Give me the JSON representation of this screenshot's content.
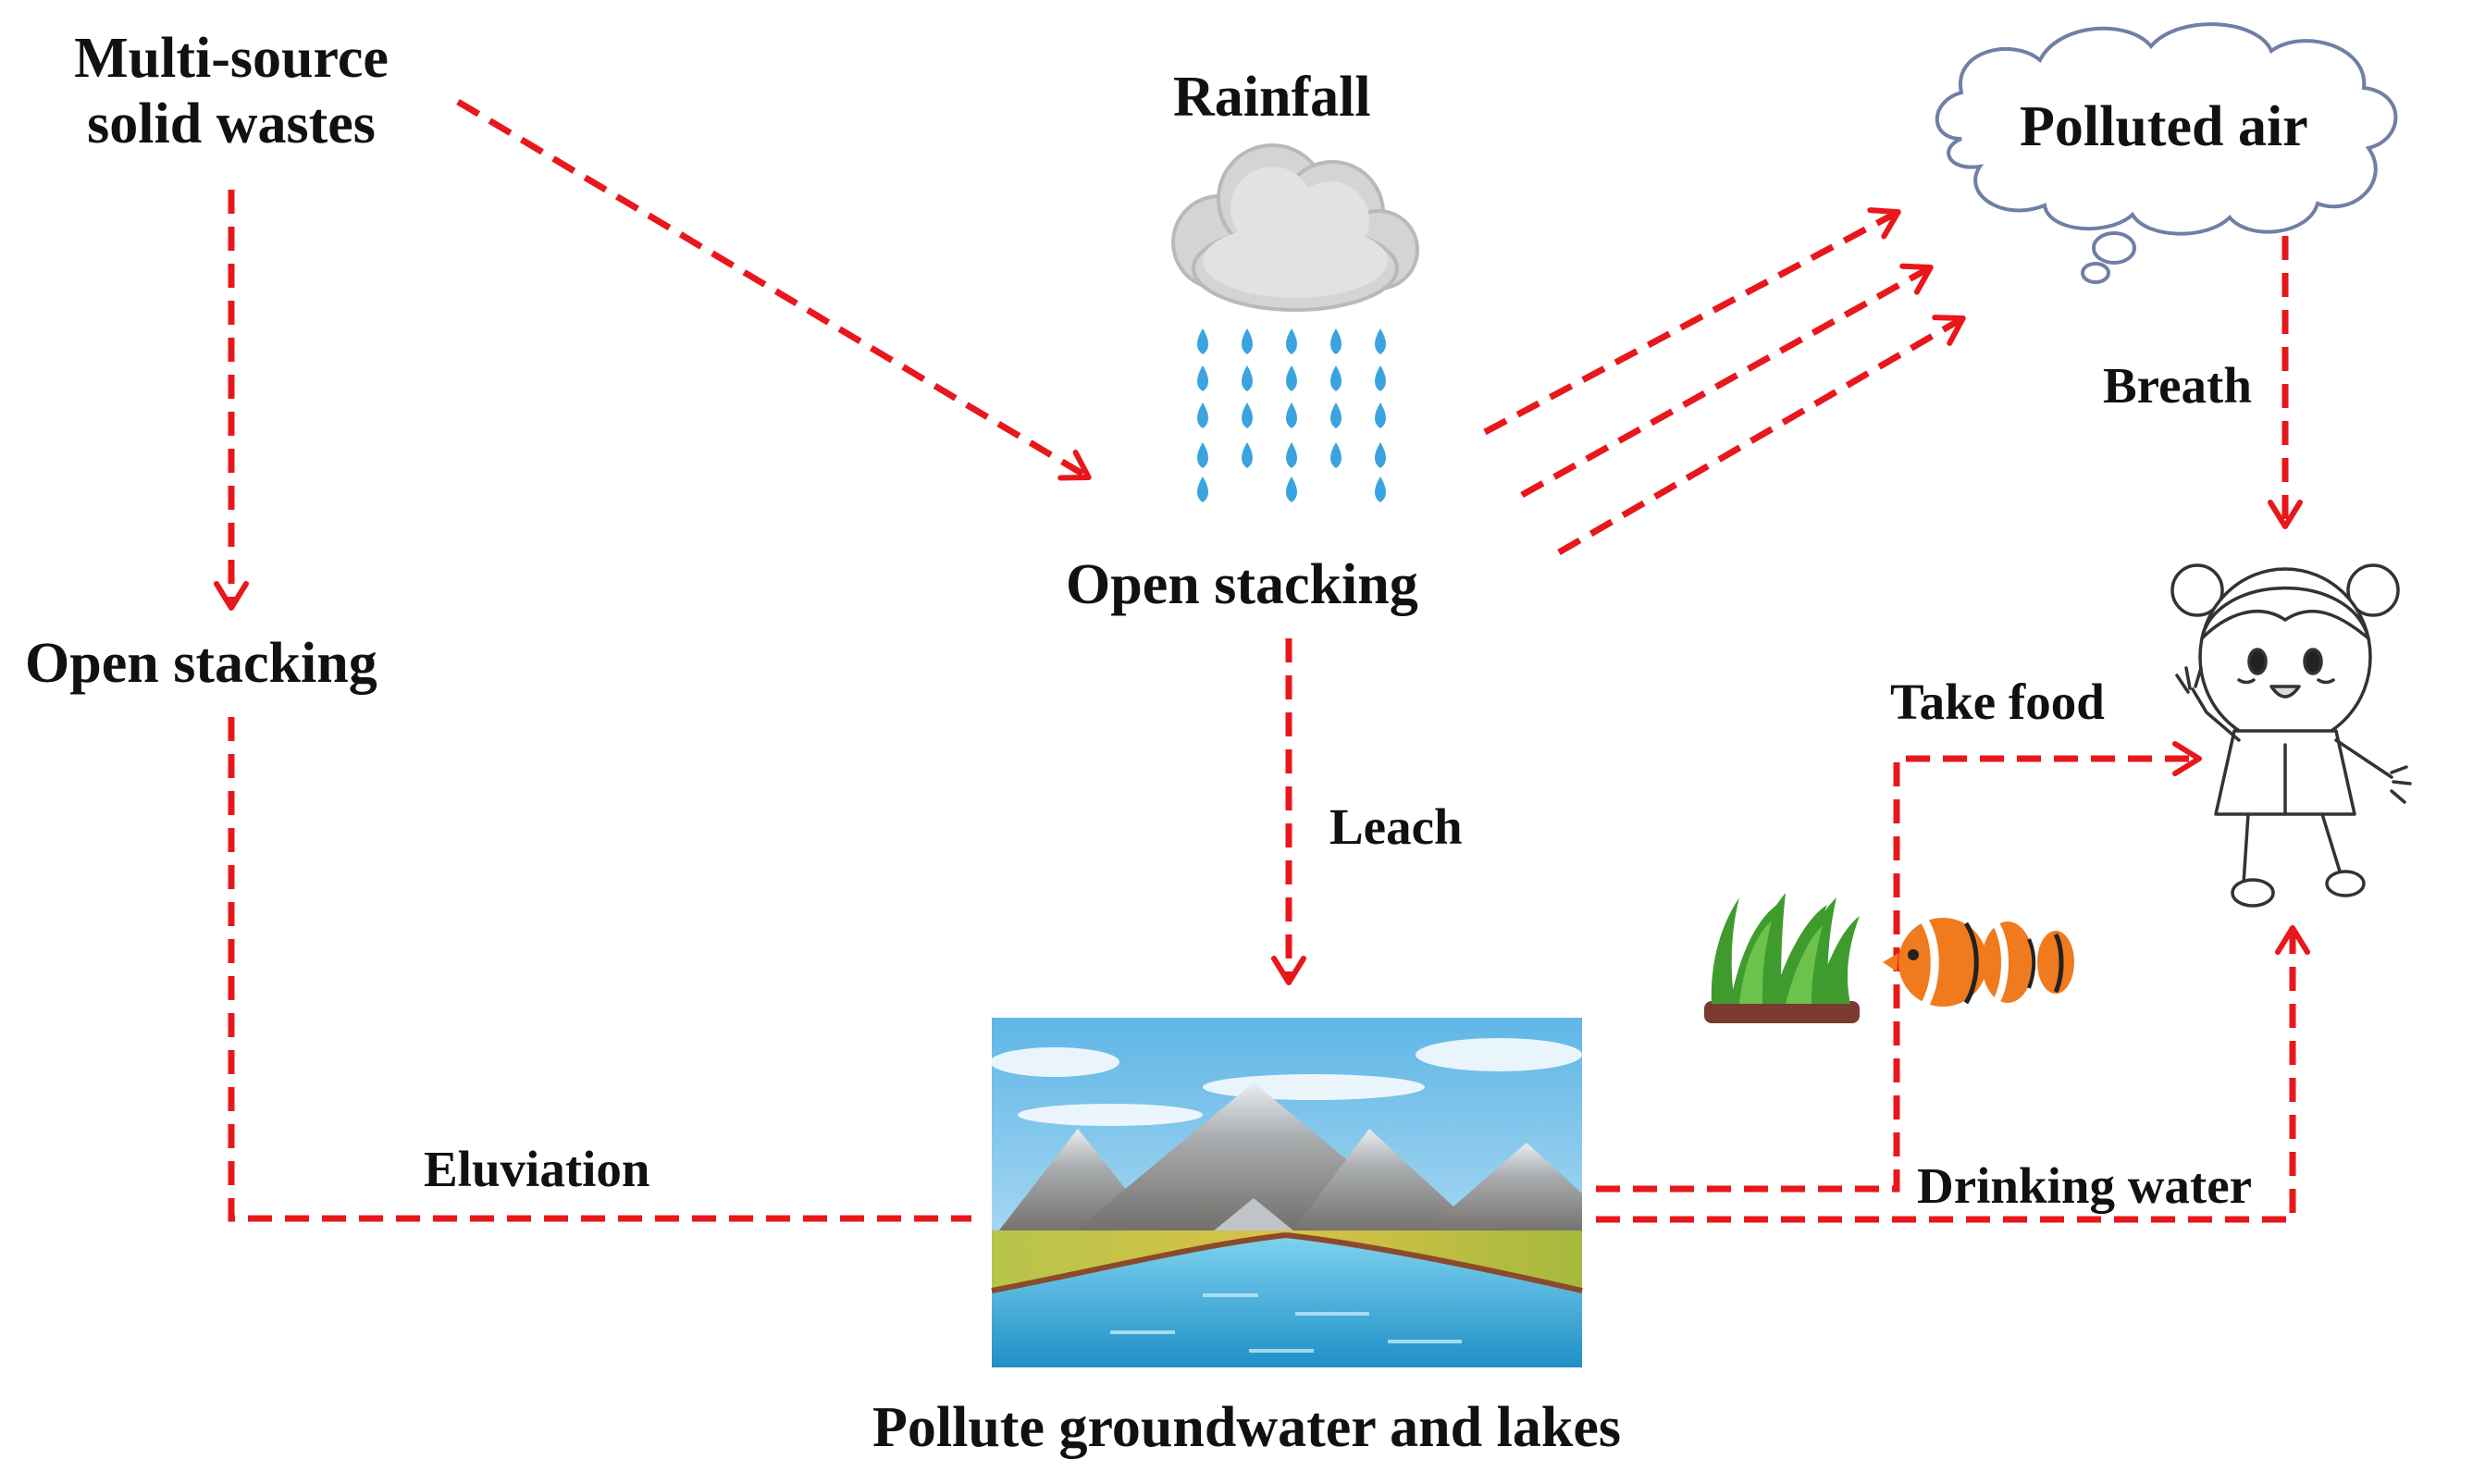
{
  "labels": {
    "source_line1": "Multi-source",
    "source_line2": "solid wastes",
    "rainfall": "Rainfall",
    "polluted_air": "Polluted air",
    "open_stacking_center": "Open stacking",
    "open_stacking_left": "Open stacking",
    "breath": "Breath",
    "take_food": "Take food",
    "leach": "Leach",
    "eluviation": "Eluviation",
    "drinking_water": "Drinking water",
    "pollute_water": "Pollute groundwater and lakes"
  },
  "colors": {
    "arrow": "#e8171b",
    "text": "#111111",
    "cloud_grey": "#d4d4d4",
    "raindrop": "#3aa3e0",
    "sky": "#7fc6ec",
    "lake": "#28a9d6",
    "fish": "#f07a1e",
    "grass": "#3f9b2e"
  },
  "icons": {
    "rain_cloud": "rain-cloud-icon",
    "thought_cloud": "thought-cloud-icon",
    "child": "child-figure-icon",
    "landscape": "mountain-lake-landscape",
    "grass": "grass-icon",
    "fish": "clownfish-icon"
  }
}
